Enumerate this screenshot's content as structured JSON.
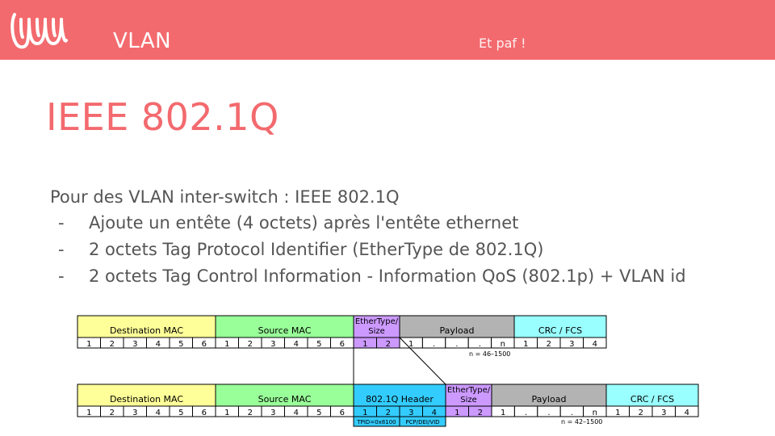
{
  "header": {
    "logo_icon": "waves-logo-icon",
    "section_title": "VLAN",
    "tagline": "Et paf !"
  },
  "slide": {
    "title": "IEEE 802.1Q",
    "lead": "Pour des VLAN inter-switch : IEEE 802.1Q",
    "bullets": [
      {
        "dash": "-",
        "text": "Ajoute un entête (4 octets) après l'entête ethernet"
      },
      {
        "dash": "-",
        "text": "2 octets Tag Protocol Identifier (EtherType de 802.1Q)"
      },
      {
        "dash": "-",
        "text": "2 octets Tag Control Information - Information QoS (802.1p) + VLAN id"
      }
    ]
  },
  "diagram": {
    "colors": {
      "dest": "#ffff99",
      "src": "#99ff99",
      "ethertype": "#cc99ff",
      "payload": "#b3b3b3",
      "crc": "#99ffff",
      "tag": "#33ccff"
    },
    "frame1": {
      "fields": [
        {
          "label": "Destination MAC",
          "cells": [
            "1",
            "2",
            "3",
            "4",
            "5",
            "6"
          ]
        },
        {
          "label": "Source MAC",
          "cells": [
            "1",
            "2",
            "3",
            "4",
            "5",
            "6"
          ]
        },
        {
          "label_line1": "EtherType/",
          "label_line2": "Size",
          "cells": [
            "1",
            "2"
          ]
        },
        {
          "label": "Payload",
          "cells": [
            "1",
            ".",
            ".",
            ".",
            "n"
          ]
        },
        {
          "label": "CRC / FCS",
          "cells": [
            "1",
            "2",
            "3",
            "4"
          ]
        }
      ],
      "note": "n = 46–1500"
    },
    "frame2": {
      "fields": [
        {
          "label": "Destination MAC",
          "cells": [
            "1",
            "2",
            "3",
            "4",
            "5",
            "6"
          ]
        },
        {
          "label": "Source MAC",
          "cells": [
            "1",
            "2",
            "3",
            "4",
            "5",
            "6"
          ]
        },
        {
          "label": "802.1Q Header",
          "cells": [
            "1",
            "2",
            "3",
            "4"
          ]
        },
        {
          "label_line1": "EtherType/",
          "label_line2": "Size",
          "cells": [
            "1",
            "2"
          ]
        },
        {
          "label": "Payload",
          "cells": [
            "1",
            ".",
            ".",
            ".",
            "n"
          ]
        },
        {
          "label": "CRC / FCS",
          "cells": [
            "1",
            "2",
            "3",
            "4"
          ]
        }
      ],
      "tag_sublabels": [
        "TPID=0x8100",
        "PCP/DEI/VID"
      ],
      "note": "n = 42–1500"
    }
  }
}
